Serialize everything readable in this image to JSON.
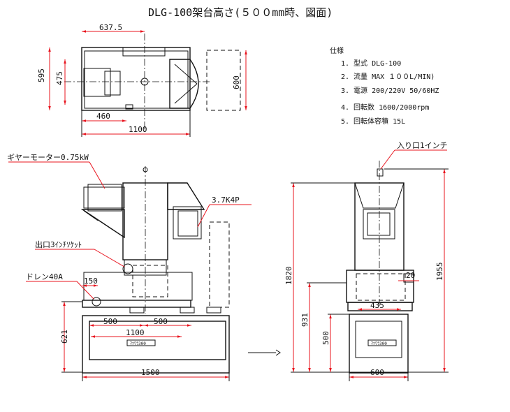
{
  "title": "DLG-100架台高さ(５００mm時、図面)",
  "specs": {
    "heading": "仕様",
    "items": [
      "1. 型式  DLG-100",
      "2. 流量  MAX １００L/MIN)",
      "3. 電源 200/220V 50/60HZ",
      "4. 回転数 1600/2000rpm",
      "5.  回転体容積 15L"
    ]
  },
  "top_view": {
    "dims": {
      "w637": "637.5",
      "h595": "595",
      "h475": "475",
      "h600": "600",
      "w460": "460",
      "w1100": "1100"
    }
  },
  "front_view": {
    "labels": {
      "gear_motor": "ギヤーモーター0.75kW",
      "motor": "3.7K4P",
      "outlet": "出口3ｲﾝﾁｿｹｯﾄ",
      "drain": "ドレン40A"
    },
    "dims": {
      "d150": "150",
      "d621": "621",
      "d500a": "500",
      "d500b": "500",
      "d1100": "1100",
      "d1500": "1500"
    },
    "base_tag": "ﾏﾂﾜﾗ300"
  },
  "side_view": {
    "labels": {
      "inlet": "入り口1インチ"
    },
    "dims": {
      "d1820": "1820",
      "d1955": "1955",
      "d931": "931",
      "d500": "500",
      "d435": "435",
      "d20": "20",
      "d600": "600"
    },
    "base_tag": "ﾏﾂﾜﾗ300"
  }
}
